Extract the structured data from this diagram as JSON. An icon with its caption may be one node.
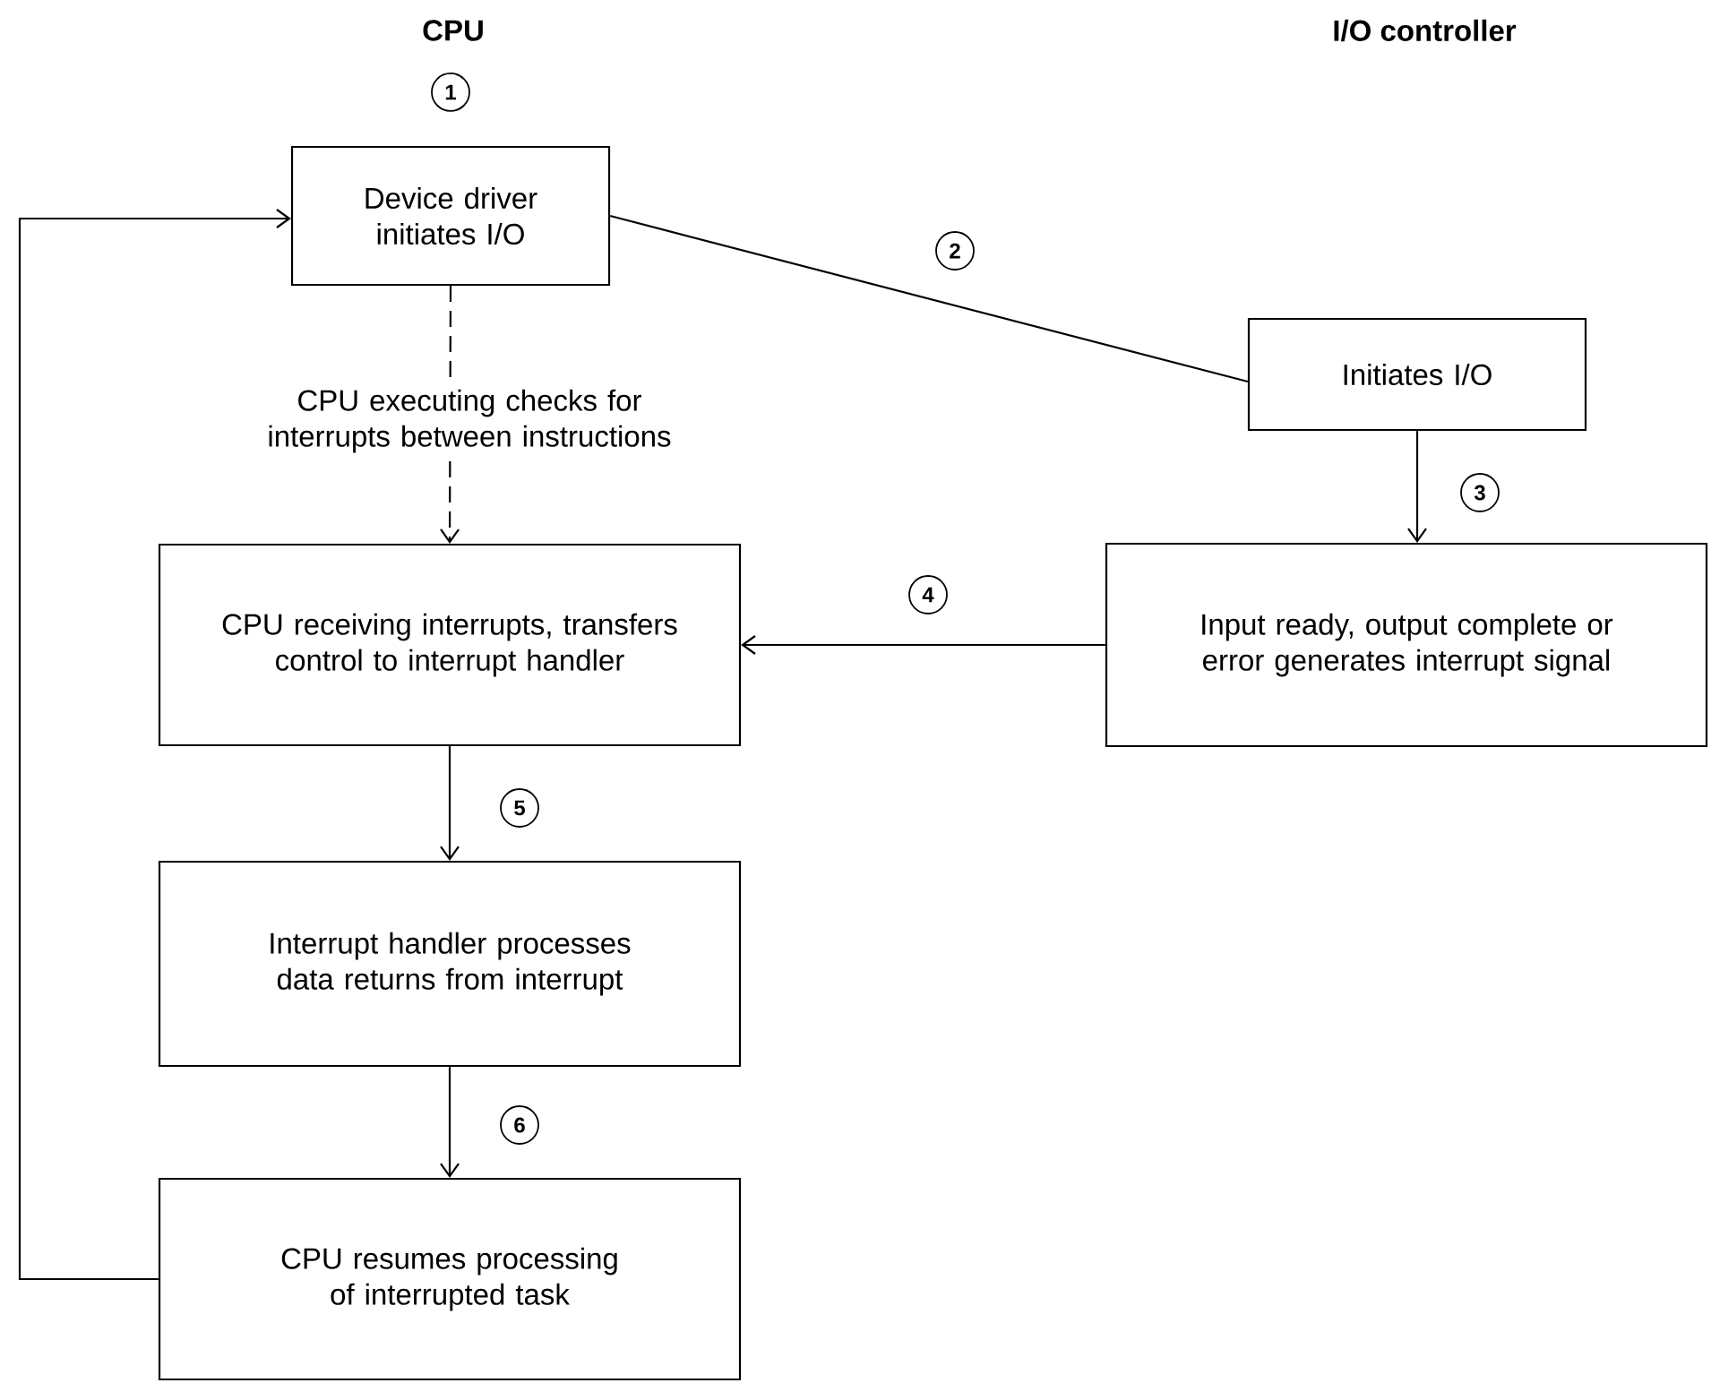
{
  "diagram": {
    "nodes": [
      {
        "text": [
          "Device driver initiates I/O"
        ],
        "beside": [
          "1"
        ]
      },
      {
        "text": [
          "Initiates I/O"
        ]
      },
      {
        "text": [
          "Input ready, output complete or error generates interrupt signal"
        ]
      },
      {
        "text": [
          "CPU receiving interrupts, transfers control to interrupt handler"
        ]
      },
      {
        "text": [
          "Interrupt handler processes data returns from interrupt"
        ]
      },
      {
        "text": [
          "CPU resumes processing of interrupted task"
        ]
      }
    ],
    "edges": [
      {
        "from": 0,
        "to": 1,
        "arrow": "none",
        "label": "2"
      },
      {
        "from": 0,
        "to": 3,
        "arrow": "to",
        "style": "dashed",
        "label": "CPU executing checks for interrupts between instructions"
      },
      {
        "from": 1,
        "to": 2,
        "arrow": "to",
        "label": "3"
      },
      {
        "from": 2,
        "to": 3,
        "arrow": "to",
        "label": "4"
      },
      {
        "from": 3,
        "to": 4,
        "arrow": "to",
        "label": "5"
      },
      {
        "from": 4,
        "to": 5,
        "arrow": "to",
        "label": "6"
      },
      {
        "from": 5,
        "to": 0,
        "arrow": "to"
      }
    ],
    "labels": [
      "CPU",
      "I/O controller"
    ]
  }
}
